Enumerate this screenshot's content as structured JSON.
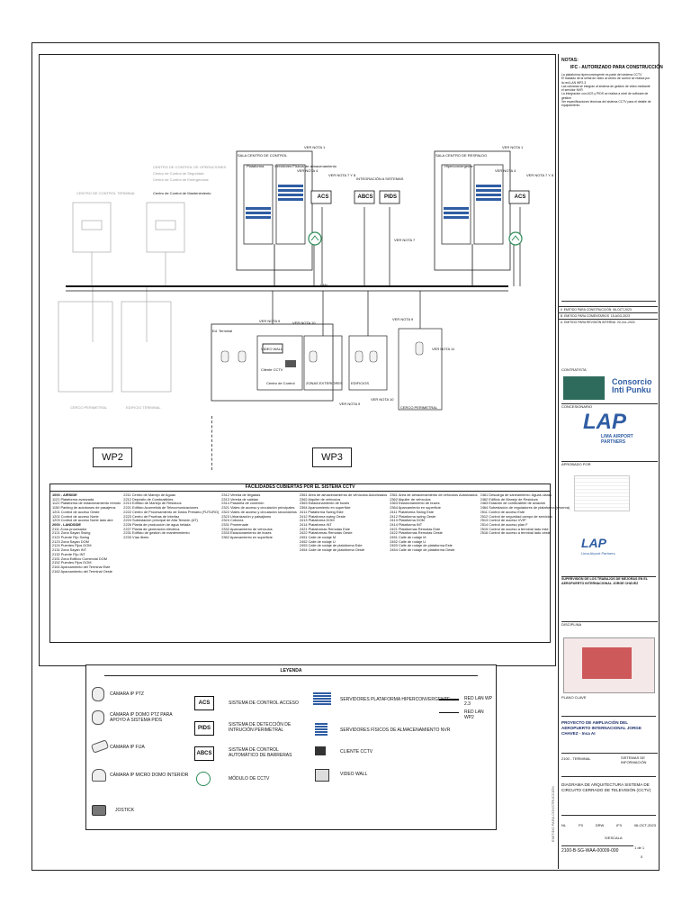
{
  "notes": {
    "title": "NOTAS:",
    "approval": "IFC - AUTORIZADO PARA CONSTRUCCIÓN",
    "items": [
      "La plataforma hiperconvergente es parte del sistema CCTV",
      "El traslado de la señal de video al centro de control se realiza por la red LAN WP2.3",
      "Las cámaras se integran al sistema de gestión de video mediante el servidor NVR",
      "La integración con ACS y PIDS se realiza a nivel de software de gestión",
      "Ver especificaciones técnicas del sistema CCTV para el detalle de equipamiento"
    ]
  },
  "labels": {
    "ver_nota_1": "VER NOTA 1",
    "ver_nota_7y8": "VER NOTA 7 Y 8",
    "ver_nota_4": "VER NOTA 4",
    "ver_nota_7": "VER NOTA 7",
    "ver_nota_9": "VER NOTA 9",
    "ver_nota_10": "VER NOTA 10",
    "ver_nota_11": "VER NOTA 11",
    "integracion": "INTEGRACIÓN A SISTEMAS",
    "lan": "LAN",
    "sala_cctv_left": "SALA CENTRO DE CONTROL",
    "sala_cctv_right": "SALA CENTRO DE RESPALDO",
    "plataforma": "Plataforma",
    "hiperconvergente": "Hiperconvergente",
    "servidores": "Servidores Físicos de almacenamiento",
    "centro_control_grey": "CENTRO DE CONTROL DE OPERACIONES",
    "centro_mantenimiento": "Centro de Control de Mantenimiento",
    "centro_seguridad": "Centro de Control de Seguridad",
    "centro_emergencias": "Centro de Control de Emergencias",
    "control_grey_left": "CENTRO DE CONTROL TERMINAL",
    "cerco_perimetral_grey": "CERCO PERIMETRAL",
    "edificio_grey": "EDIFICIO TERMINAL",
    "terminal": "Ed. Terminal",
    "video_wall": "VIDEO WALL",
    "cliente_cctv": "Cliente CCTV",
    "centro_control": "Centro de Control",
    "zonas_exteriores": "ZONAS EXTERIORES",
    "edificios": "EDIFICIOS",
    "cerco_perimetral": "CERCO PERIMETRAL",
    "acs": "ACS",
    "abc": "ABCS",
    "pids": "PIDS"
  },
  "wp": {
    "left": "WP2",
    "right": "WP3"
  },
  "facilities": {
    "title": "FACILIDADES CUBIERTAS POR EL SISTEMA CCTV",
    "columns": [
      [
        "1000 - AIRSIDE",
        "1121 Plataforma avanzada",
        "1122 Plataforma de estacionamiento remoto",
        "1150 Parking de autobuses de pasajeros",
        "1201 Control de acceso Oeste",
        "1202 Control de acceso Norte",
        "1203 Control de acceso Norte lado aire",
        "2000 - LANDSIDE",
        "2111 Zona procesador",
        "2121 Zona Sayan Swing",
        "2122 Puente Fijo Swing",
        "2123 Zona Sayan DOM",
        "2124 Puentes Fijos DOM",
        "2131 Zona Sayan INT",
        "2132 Puente Fijo INT",
        "2151 Zona Edificio Comercial DOM",
        "2152 Puentes Fijos DOM",
        "2161 Aparcamiento del Terminal Este",
        "2162 Aparcamiento del Terminal Oeste"
      ],
      [
        "2211 Centro de Manejo de Aguas",
        "2212 Depósito de Combustibles",
        "2213 Edificio de Manejo de Residuos",
        "2221 Edificio Acometida de Telecomunicaciones",
        "2222 Centro de Procesamiento de Datos Primario (FUTURO)",
        "2223 Centro de Pruebas de Interfaz",
        "2224 Subestación principal de Alta Tensión (AT)",
        "2226 Planta de producción de agua helada",
        "2227 Planta de generación eléctrica",
        "2231 Edificio de gestión de mantenimiento",
        "2233 Vías libres"
      ],
      [
        "2312 Vereda de llegadas",
        "2313 Vereda de salidas",
        "2314 Pasarela de conexión",
        "2321 Viales de acceso y circulación principales",
        "2322 Viales de acceso y circulación secundarios",
        "2323 Urbanización y paisajismo",
        "2324 Cobovía",
        "2331 Promenade",
        "2332 Aparcamiento de vehículos",
        "2333 Estacionamiento de buses",
        "2362 Aparcamiento en superficie"
      ],
      [
        "2361 Área de almacenamiento de vehículos Autorizados",
        "2362 Alquiler de vehículos",
        "2363 Estacionamiento de buses",
        "2364 Aparcamiento en superficie",
        "2411 Plataforma Swing Este",
        "2412 Plataforma swing Oeste",
        "2413 Plataforma DOM",
        "2414 Plataforma INT",
        "2421 Plataformas Remotas Este",
        "2422 Plataformas Remotas Oeste",
        "2451 Calle de rodaje M",
        "2452 Calle de rodaje U",
        "2453 Calle de rodaje de plataforma Este",
        "2454 Calle de rodaje de plataforma Oeste"
      ],
      [
        "2361 Área de almacenamiento de vehículos Autorizados",
        "2362 Alquiler de vehículos",
        "2363 Estacionamiento de buses",
        "2364 Aparcamiento en superficie",
        "2411 Plataforma Swing Este",
        "2412 Plataforma swing Oeste",
        "2413 Plataforma DOM",
        "2414 Plataforma INT",
        "2421 Plataformas Remotas Este",
        "2422 Plataformas Remotas Oeste",
        "2451 Calle de rodaje M",
        "2452 Calle de rodaje U",
        "2453 Calle de rodaje de plataforma Este",
        "2454 Calle de rodaje de plataforma Oeste"
      ],
      [
        "2461 Descarga de saneamiento: Aguas claras",
        "2462 Edificio de Manejo de Residuos",
        "2463 Estación de combustible de aviación",
        "2464 Subestación de reguladores de plataforma (reserva)",
        "2511 Control de acceso Este",
        "2512 Control de seguridad campo de servicios",
        "2513 Control de acceso VVIP",
        "2514 Control de acceso plan F",
        "2515 Control de acceso a terminal lado este",
        "2516 Control de acceso a terminal lado oeste"
      ]
    ]
  },
  "legend": {
    "title": "LEYENDA",
    "items": [
      {
        "icon": "ptz-camera-icon",
        "label": "CÁMARA IP PTZ"
      },
      {
        "icon": "ptz-dome-camera-icon",
        "label": "CÁMARA IP DOMO PTZ PARA APOYO A SISTEMA PIDS"
      },
      {
        "icon": "fixed-camera-icon",
        "label": "CÁMARA IP FIJA"
      },
      {
        "icon": "mini-dome-camera-icon",
        "label": "CÁMARA IP MICRO DOMO INTERIOR"
      },
      {
        "icon": "joystick-icon",
        "label": "JOSTICK"
      },
      {
        "icon": "ACS",
        "label": "SISTEMA DE CONTROL ACCESO"
      },
      {
        "icon": "PIDS",
        "label": "SISTEMA DE DETECCIÓN DE INTRUCIÓN PERIMETRAL"
      },
      {
        "icon": "ABCS",
        "label": "SISTEMA DE CONTROL AUTOMÁTICO DE BARRERAS"
      },
      {
        "icon": "cctv-module-icon",
        "label": "MÓDULO DE CCTV"
      },
      {
        "icon": "hyperconverged-icon",
        "label": "SERVIDORES PLATAFORMA HIPERCONVERGENTE"
      },
      {
        "icon": "nvr-icon",
        "label": "SERVIDORES FÍSICOS DE ALMACENAMIENTO NVR"
      },
      {
        "icon": "client-icon",
        "label": "CLIENTE CCTV"
      },
      {
        "icon": "videowall-icon",
        "label": "VIDEO WALL"
      },
      {
        "icon": "lan-wp23-line",
        "label": "RED LAN WP 2.3"
      },
      {
        "icon": "lan-wp2-line",
        "label": "RED LAN WP2"
      }
    ]
  },
  "title_block": {
    "revisions": [
      {
        "rev": "0",
        "desc": "EMITIDO PARA CONSTRUCCIÓN",
        "date": "06-OCT-2023"
      },
      {
        "rev": "B",
        "desc": "EMITIDO PARA COMENTARIOS",
        "date": "15-AGO-2023"
      },
      {
        "rev": "A",
        "desc": "EMITIDO PARA REVISIÓN INTERNA",
        "date": "20-JUL-2023"
      }
    ],
    "contractor_label": "CONTRATISTA",
    "consorcio_line1": "Consorcio",
    "consorcio_line2": "Inti Punku",
    "owner_label": "CONCESIONARIO",
    "lap_big": "LAP",
    "lap_sub": "LIMA AIRPORT PARTNERS",
    "approval_label": "APROBADO POR",
    "lap_small": "LAP",
    "lap_small_sub": "Lima Airport Partners",
    "project_scope": "SUPERVISIÓN DE LOS TRABAJOS DE MEJORAS EN EL AEROPUERTO INTERNACIONAL JORGE CHÁVEZ",
    "disciplina": "DISCIPLINA",
    "plano_clave": "PLANO CLAVE",
    "project": "PROYECTO DE AMPLIACIÓN DEL AEROPUERTO INTERNACIONAL JORGE CHAVEZ - Inca AI",
    "area": "2100 - TERMINAL",
    "discipline_name": "SISTEMAS DE INFORMACIÓN",
    "drawing_title": "DIAGRAMA DE ARQUITECTURA SISTEMA DE CIRCUITO CERRADO DE TELEVISIÓN (CCTV)",
    "code_row": [
      "NL",
      "P3",
      "DRW",
      "IF3",
      "06-OCT-2023"
    ],
    "drawing_no": "2100-B-SG-WAA-00009-000",
    "sheet": "1 de 1",
    "rev": "0",
    "scale": "S/ESCALA",
    "vertical_text": "EMITIDO PARA CONSTRUCCIÓN"
  },
  "colors": {
    "blue": "#2f5da3",
    "green": "#2e8b57",
    "red": "#c0292c",
    "lan": "#111111"
  }
}
